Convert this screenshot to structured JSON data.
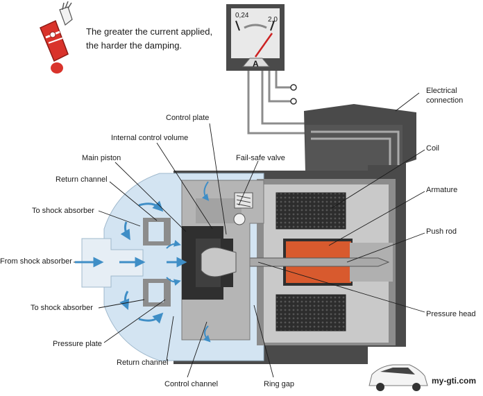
{
  "note": {
    "line1": "The greater the current applied,",
    "line2": "the harder the damping."
  },
  "meter": {
    "min_label": "0,24",
    "max_label": "2,0",
    "unit": "A"
  },
  "labels": {
    "electrical_connection_1": "Electrical",
    "electrical_connection_2": "connection",
    "coil": "Coil",
    "armature": "Armature",
    "push_rod": "Push rod",
    "pressure_head": "Pressure head",
    "control_plate": "Control plate",
    "internal_control_volume": "Internal control volume",
    "main_piston": "Main piston",
    "fail_safe_valve": "Fail-safe valve",
    "return_channel_top": "Return channel",
    "to_shock_absorber_top": "To shock absorber",
    "from_shock_absorber": "From shock absorber",
    "to_shock_absorber_bottom": "To shock absorber",
    "pressure_plate": "Pressure plate",
    "return_channel_bottom": "Return channel",
    "control_channel": "Control channel",
    "ring_gap": "Ring gap"
  },
  "brand": "my-gti.com",
  "colors": {
    "housing_dark": "#4a4a4a",
    "housing_mid": "#8c8c8c",
    "housing_light": "#c9c9c9",
    "fluid_blue": "#d3e4f2",
    "flow_arrow": "#3f8ec6",
    "coil_dark": "#2f2f2f",
    "armature_orange": "#d85a2e",
    "meter_needle": "#cc2222",
    "warning_red": "#d9332b"
  },
  "icons": {
    "warning": "hand-stop-icon",
    "meter": "ammeter-icon",
    "car": "car-icon"
  }
}
